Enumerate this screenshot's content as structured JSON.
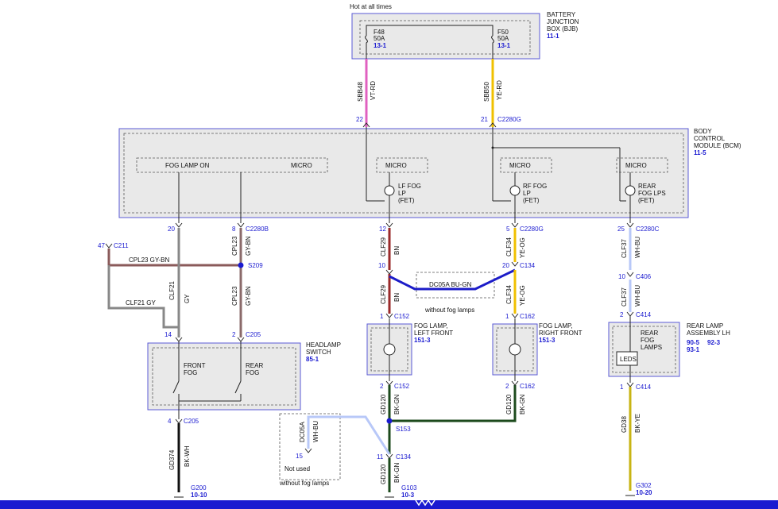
{
  "colors": {
    "module_fill": "#e9e9e9",
    "module_border": "#5a5ad6",
    "wire_pink": "#e060c0",
    "wire_yellow": "#f0c000",
    "wire_brown": "#9a2a2a",
    "wire_gray": "#808080",
    "wire_blue": "#1c1cc8",
    "wire_green": "#1c4a1c",
    "wire_lightblue": "#b8c8f8",
    "wire_olive": "#c8b414",
    "connector_blue": "#1a1ad0",
    "ground_bar": "#1a1ad0"
  },
  "bjb": {
    "hot_label": "Hot at all times",
    "title_line1": "BATTERY",
    "title_line2": "JUNCTION",
    "title_line3": "BOX (BJB)",
    "ref": "11-1",
    "fuse_left": {
      "id": "F48",
      "rating": "50A",
      "ref": "13-1"
    },
    "fuse_right": {
      "id": "F50",
      "rating": "50A",
      "ref": "13-1"
    }
  },
  "feed_wires": {
    "left": {
      "circuit": "SBB48",
      "color": "VT-RD",
      "pin": "22"
    },
    "right": {
      "circuit": "SBB50",
      "color": "YE-RD",
      "pin": "21",
      "connector": "C2280G"
    }
  },
  "bcm": {
    "title_line1": "BODY",
    "title_line2": "CONTROL",
    "title_line3": "MODULE (BCM)",
    "ref": "11-5",
    "fog_lamp_on": "FOG LAMP ON",
    "micro": "MICRO",
    "lf": {
      "line1": "LF FOG",
      "line2": "LP",
      "line3": "(FET)"
    },
    "rf": {
      "line1": "RF FOG",
      "line2": "LP",
      "line3": "(FET)"
    },
    "rear": {
      "line1": "REAR",
      "line2": "FOG LPS",
      "line3": "(FET)"
    }
  },
  "bcm_pins": {
    "p20": "20",
    "p8": "8",
    "c2280b": "C2280B",
    "p12": "12",
    "p5": "5",
    "c2280g": "C2280G",
    "p25": "25",
    "c2280c": "C2280C"
  },
  "left_wiring": {
    "c211_pin": "47",
    "c211": "C211",
    "cpl23_gybn": "CPL23  GY-BN",
    "s209": "S209",
    "cpl23_v": "CPL23",
    "gybn_v": "GY-BN",
    "clf21_gy": "CLF21  GY",
    "clf21_v": "CLF21",
    "gy_v": "GY",
    "p14": "14",
    "p2": "2",
    "c205": "C205"
  },
  "headlamp_switch": {
    "title_line1": "HEADLAMP",
    "title_line2": "SWITCH",
    "ref": "85-1",
    "front_line1": "FRONT",
    "front_line2": "FOG",
    "rear_line1": "REAR",
    "rear_line2": "FOG"
  },
  "switch_ground": {
    "p4": "4",
    "c205": "C205",
    "circuit": "GD374",
    "color": "BK-WH",
    "ground": "G200",
    "ref": "10-10"
  },
  "lf_branch": {
    "clf29": "CLF29",
    "bn": "BN",
    "p10": "10",
    "p1": "1",
    "c152": "C152",
    "lamp_line1": "FOG LAMP,",
    "lamp_line2": "LEFT FRONT",
    "lamp_ref": "151-3",
    "p2": "2",
    "c152b": "C152",
    "gd120": "GD120",
    "bkgn": "BK-GN",
    "s153": "S153",
    "p11": "11",
    "c134": "C134",
    "ground": "G103",
    "ref": "10-3"
  },
  "rf_branch": {
    "clf34": "CLF34",
    "yeog": "YE-OG",
    "p20": "20",
    "c134": "C134",
    "p1": "1",
    "c162": "C162",
    "lamp_line1": "FOG LAMP,",
    "lamp_line2": "RIGHT FRONT",
    "lamp_ref": "151-3",
    "p2": "2",
    "c162b": "C162",
    "gd120": "GD120",
    "bkgn": "BK-GN"
  },
  "jumper": {
    "label": "DC05A   BU-GN",
    "note": "without fog lamps"
  },
  "not_used": {
    "circuit": "DC05A",
    "color": "WH-BU",
    "pin": "15",
    "label": "Not used",
    "note": "without fog lamps"
  },
  "rear_branch": {
    "clf37": "CLF37",
    "whbu": "WH-BU",
    "p10": "10",
    "c406": "C406",
    "p2": "2",
    "c414": "C414",
    "lamp_line1": "REAR",
    "lamp_line2": "FOG",
    "lamp_line3": "LAMPS",
    "leds": "LEDS",
    "assembly_line1": "REAR LAMP",
    "assembly_line2": "ASSEMBLY LH",
    "ref1": "90-5",
    "ref2": "92-3",
    "ref3": "93-1",
    "p1": "1",
    "c414b": "C414",
    "gd38": "GD38",
    "bkye": "BK-YE",
    "ground": "G302",
    "ground_ref": "10-20"
  }
}
